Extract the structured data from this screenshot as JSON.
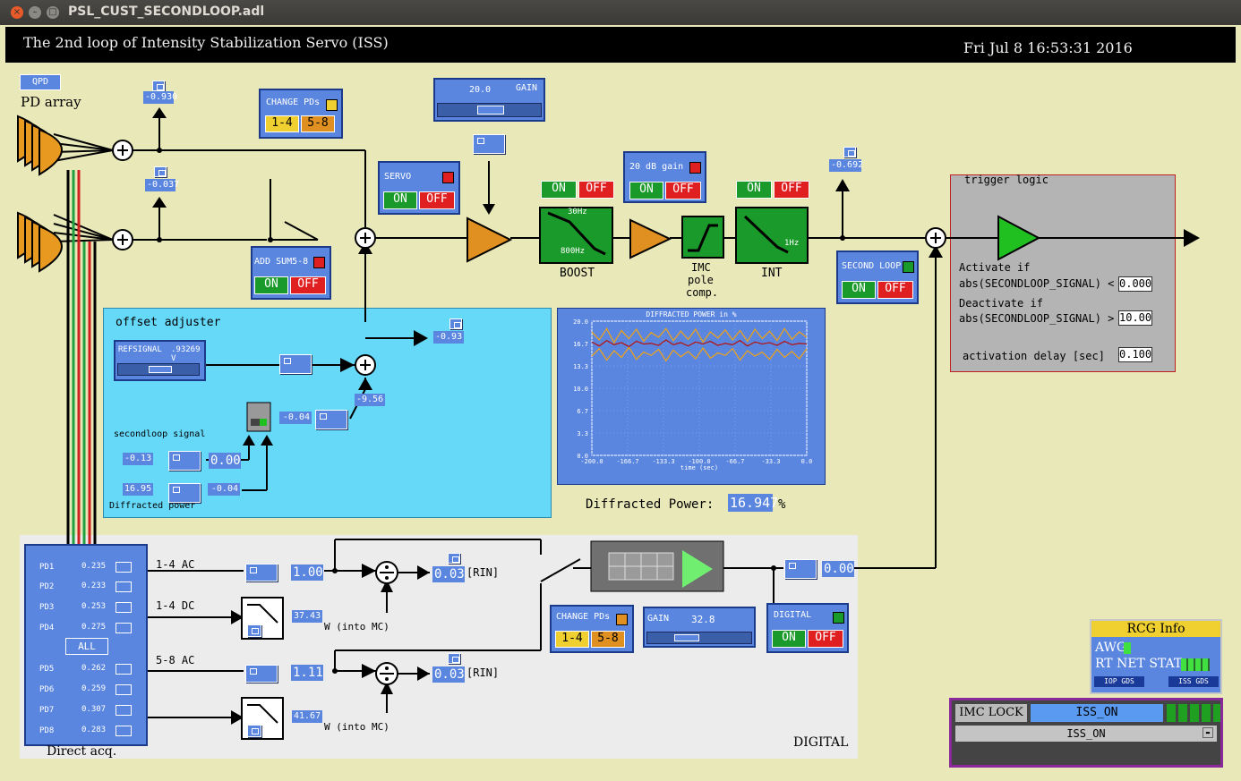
{
  "window": {
    "title": "PSL_CUST_SECONDLOOP.adl"
  },
  "header": {
    "title": "The 2nd loop of Intensity Stabilization Servo (ISS)",
    "datetime": "Fri Jul  8 16:53:31 2016"
  },
  "pd_array": {
    "qpd_button": "QPD",
    "label": "PD array",
    "sum1_readout": "-0.930",
    "sum2_readout": "-0.037"
  },
  "change_pds_top": {
    "title": "CHANGE PDs",
    "btn_a": "1-4",
    "btn_b": "5-8"
  },
  "gain_top": {
    "value": "20.0",
    "label": "GAIN"
  },
  "servo": {
    "title": "SERVO",
    "on": "ON",
    "off": "OFF"
  },
  "add_sum": {
    "title": "ADD SUM5-8",
    "on": "ON",
    "off": "OFF"
  },
  "boost": {
    "on": "ON",
    "off": "OFF",
    "label": "BOOST",
    "f_hi": "30Hz",
    "f_lo": "800Hz"
  },
  "gain20db": {
    "title": "20 dB gain",
    "on": "ON",
    "off": "OFF"
  },
  "imc_pole": {
    "label_1": "IMC",
    "label_2": "pole",
    "label_3": "comp."
  },
  "int": {
    "on": "ON",
    "off": "OFF",
    "label": "INT",
    "freq": "1Hz"
  },
  "out_readout": "-0.692",
  "second_loop": {
    "title": "SECOND LOOP",
    "on": "ON",
    "off": "OFF"
  },
  "trigger": {
    "title": "trigger logic",
    "activate_1": "Activate if",
    "activate_2": "abs(SECONDLOOP_SIGNAL) <",
    "activate_val": "0.000",
    "deactivate_1": "Deactivate if",
    "deactivate_2": "abs(SECONDLOOP_SIGNAL) >",
    "deactivate_val": "10.00",
    "delay_label": "activation delay [sec]",
    "delay_val": "0.100"
  },
  "offset": {
    "title": "offset adjuster",
    "refsignal_label": "REFSIGNAL",
    "refsignal_val": ".93269 V",
    "sum_out": "-0.93",
    "offset_in": "-9.56",
    "switch_out": "-0.04",
    "secondloop_label": "secondloop signal",
    "sl_in": "-0.13",
    "sl_out": "0.00",
    "dp_in": "16.95",
    "dp_out": "-0.04",
    "dp_label": "Diffracted power"
  },
  "diffracted": {
    "label": "Diffracted Power:",
    "value": "16.947",
    "unit": "%"
  },
  "chart_data": {
    "type": "line",
    "title": "DIFFRACTED POWER in %",
    "xlabel": "time (sec)",
    "ylabel": "",
    "xlim": [
      -200,
      0
    ],
    "ylim": [
      0,
      20
    ],
    "x_ticks": [
      "-200.0",
      "-166.7",
      "-133.3",
      "-100.0",
      "-66.7",
      "-33.3",
      "0.0"
    ],
    "y_ticks": [
      "20.0",
      "16.7",
      "13.3",
      "10.0",
      "6.7",
      "3.3",
      "0.0"
    ],
    "grid": true,
    "series": [
      {
        "color": "#e8a020",
        "values": [
          18.4,
          17.2,
          18.9,
          16.8,
          18.6,
          17.4,
          18.8,
          17.0,
          18.3,
          17.6,
          18.9,
          17.1,
          18.5,
          17.3,
          18.8,
          16.9,
          18.4,
          17.5,
          18.7,
          17.2,
          18.6,
          17.0,
          18.8,
          17.4,
          18.5,
          17.1,
          18.9,
          17.3,
          18.4,
          17.6
        ]
      },
      {
        "color": "#e8a020",
        "values": [
          14.8,
          15.9,
          14.2,
          15.6,
          14.6,
          16.1,
          14.3,
          15.4,
          14.9,
          15.8,
          14.1,
          15.7,
          14.7,
          15.5,
          14.4,
          16.0,
          14.5,
          15.3,
          14.9,
          15.9,
          14.2,
          15.6,
          14.8,
          15.4,
          14.3,
          15.8,
          14.6,
          15.5,
          14.4,
          15.9
        ]
      },
      {
        "color": "#b01818",
        "values": [
          16.9,
          16.3,
          17.1,
          16.5,
          16.8,
          16.2,
          17.0,
          16.6,
          16.7,
          16.4,
          17.2,
          16.5,
          16.8,
          16.3,
          16.9,
          16.6,
          17.0,
          16.4,
          16.7,
          16.5,
          17.1,
          16.3,
          16.9,
          16.6,
          16.8,
          16.4,
          17.0,
          16.5,
          16.7,
          16.6
        ]
      }
    ]
  },
  "direct_acq": {
    "label": "Direct acq.",
    "all_button": "ALL",
    "rows": [
      {
        "name": "PD1",
        "val": "0.235"
      },
      {
        "name": "PD2",
        "val": "0.233"
      },
      {
        "name": "PD3",
        "val": "0.253"
      },
      {
        "name": "PD4",
        "val": "0.275"
      },
      {
        "name": "PD5",
        "val": "0.262"
      },
      {
        "name": "PD6",
        "val": "0.259"
      },
      {
        "name": "PD7",
        "val": "0.307"
      },
      {
        "name": "PD8",
        "val": "0.283"
      }
    ]
  },
  "digital": {
    "ac14": "1-4 AC",
    "dc14": "1-4 DC",
    "ac58": "5-8 AC",
    "gain14": "1.00",
    "gain58": "1.11",
    "rin1": "0.03",
    "rin2": "0.03",
    "rin_label": "[RIN]",
    "dc14_val": "37.43",
    "dc58_val": "41.67",
    "into_mc": "W (into MC)",
    "change_title": "CHANGE PDs",
    "change_a": "1-4",
    "change_b": "5-8",
    "gain_label": "GAIN",
    "gain_val": "32.8",
    "digital_title": "DIGITAL",
    "on": "ON",
    "off": "OFF",
    "out_val": "0.00",
    "section_label": "DIGITAL"
  },
  "rcg": {
    "title": "RCG Info",
    "awg": "AWG",
    "rt": "RT NET STAT",
    "iop": "IOP GDS",
    "iss": "ISS GDS"
  },
  "imc": {
    "lock_label": "IMC LOCK",
    "state": "ISS_ON",
    "menu": "ISS_ON"
  }
}
